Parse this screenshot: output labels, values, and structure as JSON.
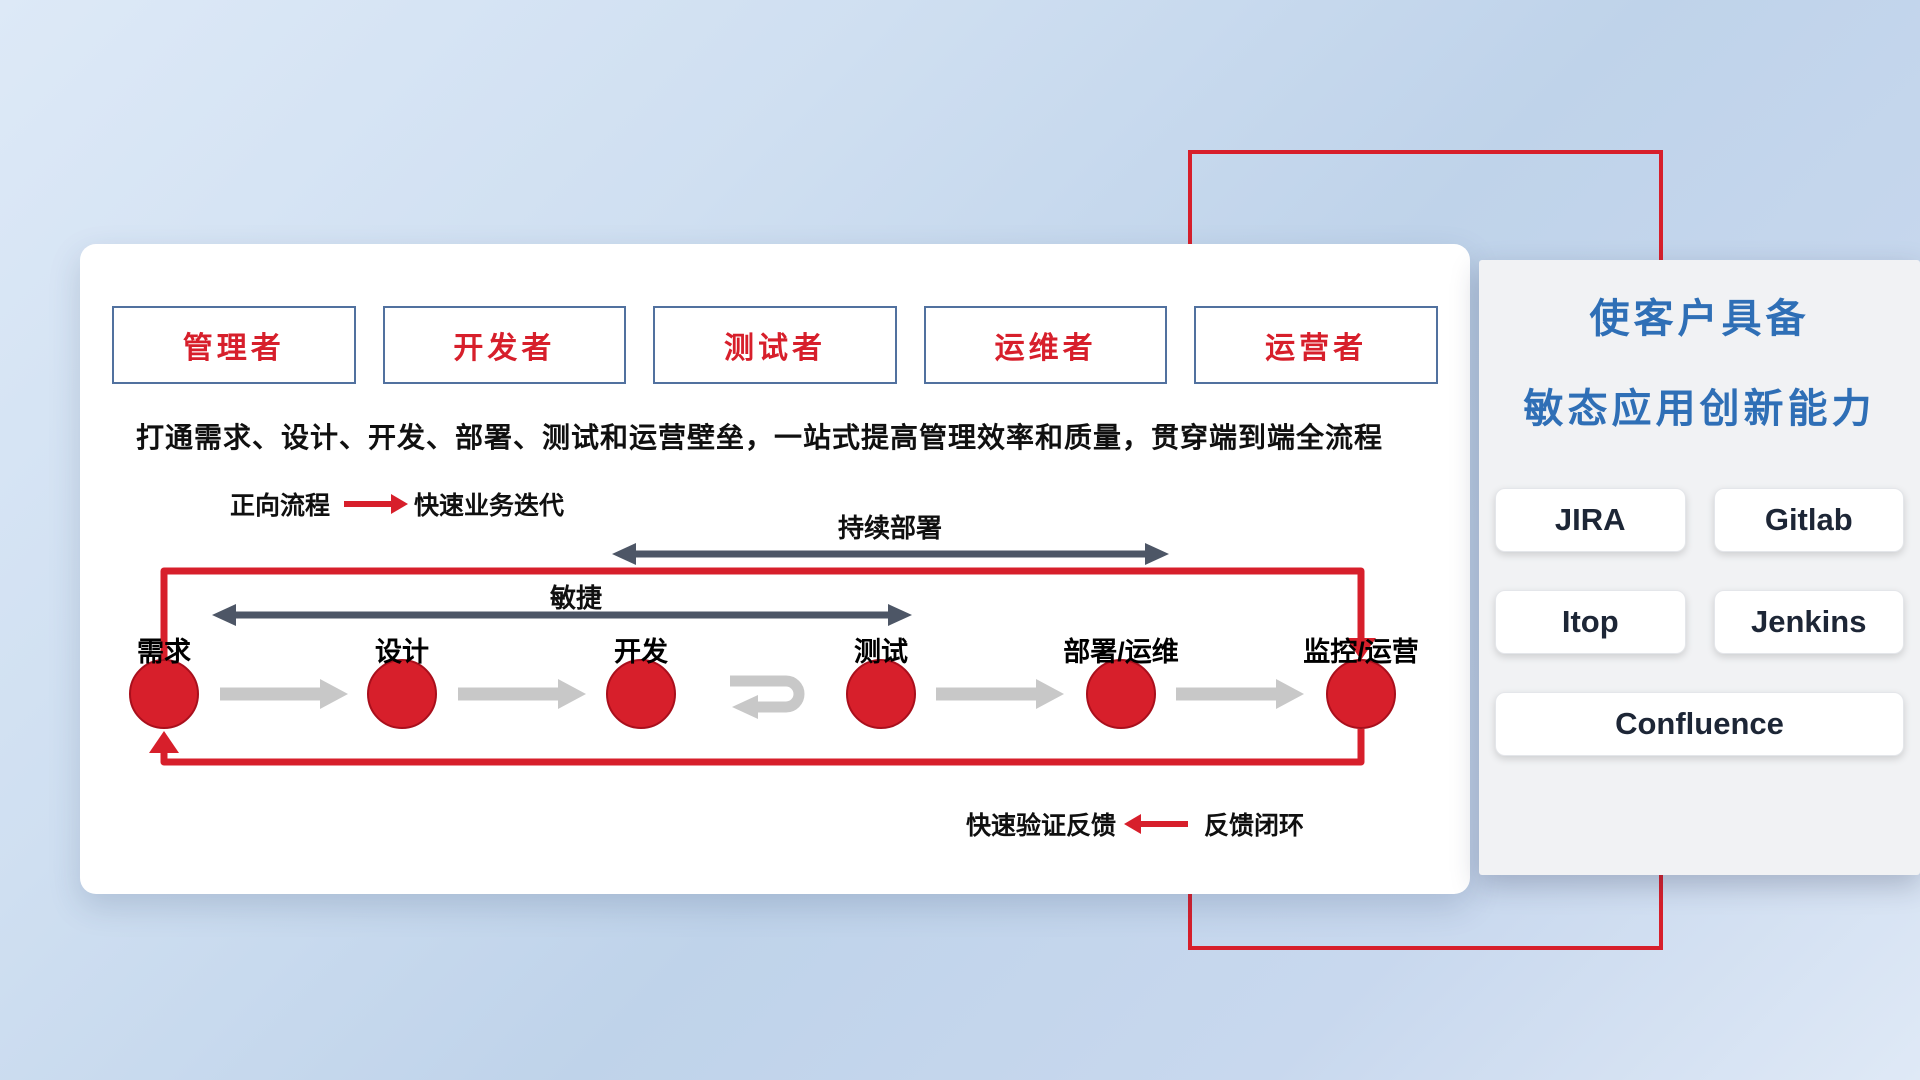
{
  "main": {
    "roles": [
      "管理者",
      "开发者",
      "测试者",
      "运维者",
      "运营者"
    ],
    "description": "打通需求、设计、开发、部署、测试和运营壁垒，一站式提高管理效率和质量，贯穿端到端全流程",
    "forward_legend": {
      "label": "正向流程",
      "value": "快速业务迭代"
    },
    "continuous_deploy_label": "持续部署",
    "agile_label": "敏捷",
    "stages": [
      "需求",
      "设计",
      "开发",
      "测试",
      "部署/运维",
      "监控/运营"
    ],
    "feedback_legend": {
      "label": "快速验证反馈",
      "value": "反馈闭环"
    }
  },
  "side": {
    "title_line1": "使客户具备",
    "title_line2": "敏态应用创新能力",
    "tools": [
      "JIRA",
      "Gitlab",
      "Itop",
      "Jenkins",
      "Confluence"
    ]
  },
  "colors": {
    "red": "#d71f2b",
    "blue": "#2f6fb6",
    "dark_arrow": "#4d5666",
    "gray_arrow": "#c8c8c8"
  }
}
